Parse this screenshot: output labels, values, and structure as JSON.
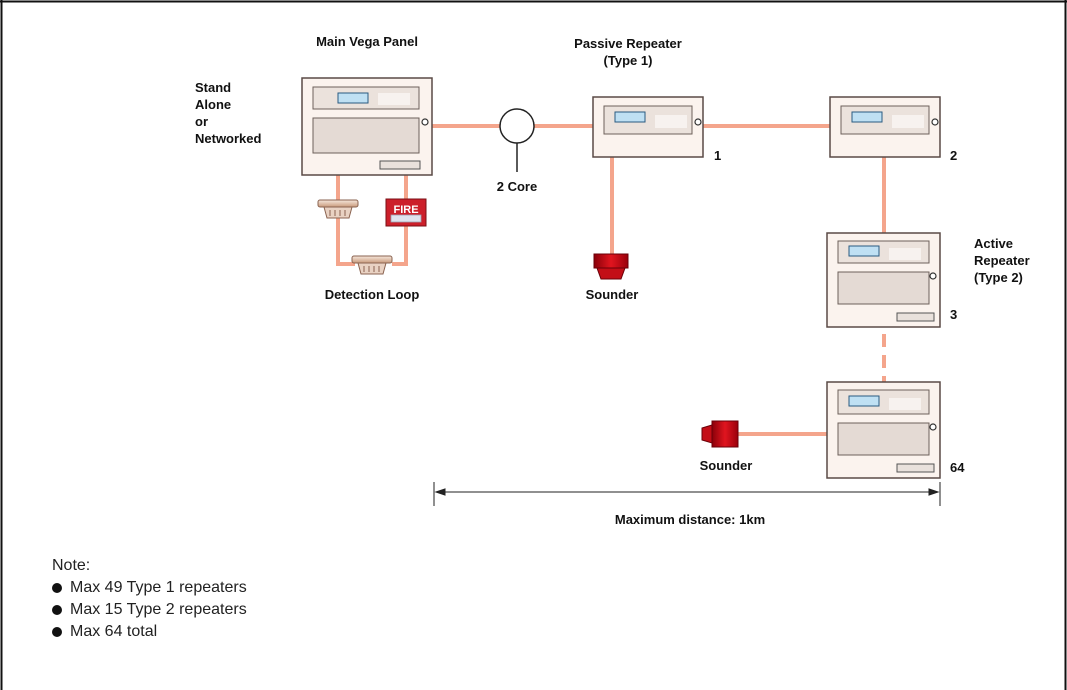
{
  "diagram": {
    "main_panel_title": "Main Vega Panel",
    "main_panel_mode": [
      "Stand",
      "Alone",
      "or",
      "Networked"
    ],
    "passive_repeater_title": [
      "Passive Repeater",
      "(Type 1)"
    ],
    "active_repeater_title": [
      "Active",
      "Repeater",
      "(Type 2)"
    ],
    "cable_label": "2 Core",
    "detection_loop_label": "Detection Loop",
    "fire_callpoint_text": "FIRE",
    "sounder_label_1": "Sounder",
    "sounder_label_2": "Sounder",
    "repeater_numbers": [
      "1",
      "2",
      "3",
      "64"
    ],
    "distance_label": "Maximum distance: 1km"
  },
  "notes": {
    "heading": "Note:",
    "items": [
      "Max 49 Type 1 repeaters",
      "Max 15 Type 2 repeaters",
      "Max 64 total"
    ]
  },
  "colors": {
    "cable": "#f4a58c",
    "panel_fill": "#fbf3ee",
    "panel_stroke": "#5a4a46",
    "screen": "#bfe0f3",
    "sounder": "#d9101a",
    "fire_red": "#cc1f2a"
  }
}
